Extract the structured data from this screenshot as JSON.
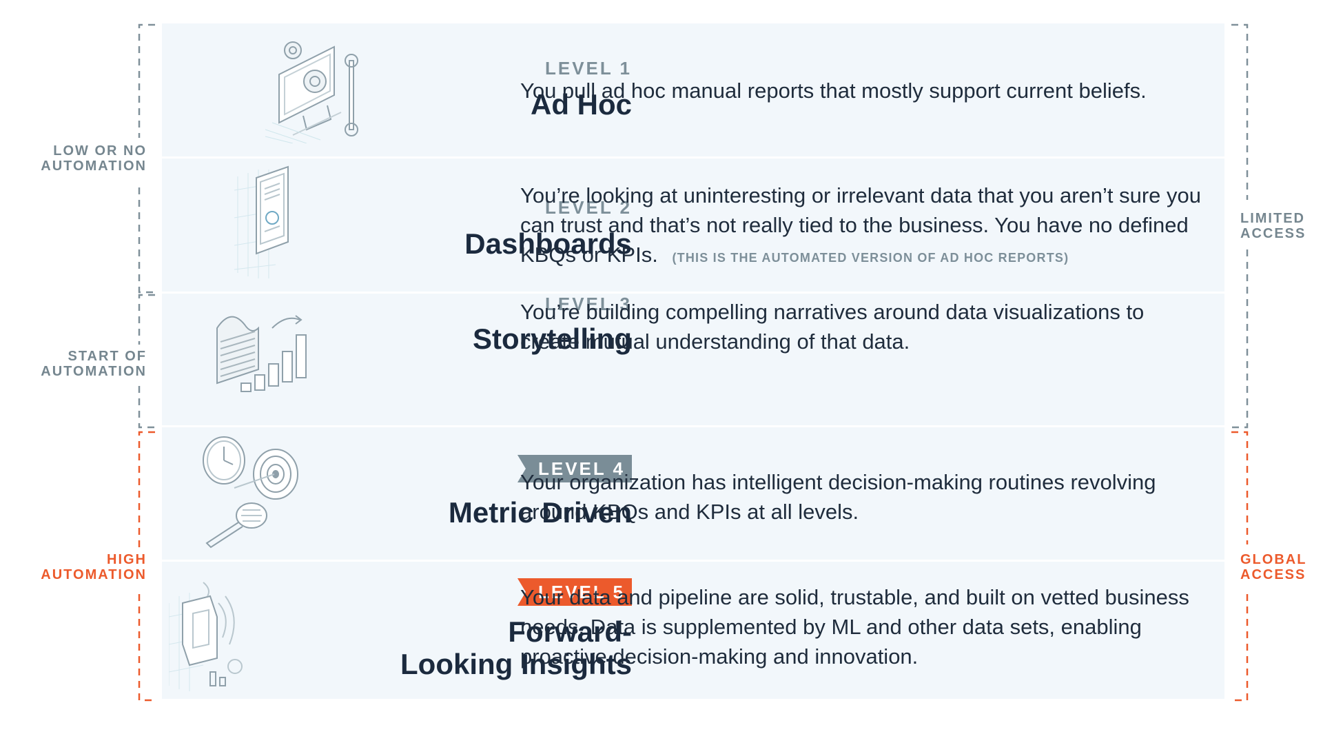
{
  "levels": [
    {
      "level_label": "LEVEL 1",
      "title": "Ad Hoc",
      "description": "You pull ad hoc manual reports that mostly support current beliefs.",
      "icon": "monitor-gears-wrench-icon"
    },
    {
      "level_label": "LEVEL 2",
      "title": "Dashboards",
      "description": "You’re looking at uninteresting or irrelevant data that you aren’t sure you can trust and that’s not really tied to the business. You have no defined KBQs or KPIs.",
      "note": "(THIS IS THE AUTOMATED VERSION OF AD HOC REPORTS)",
      "icon": "tablet-dashboard-icon"
    },
    {
      "level_label": "LEVEL 3",
      "title": "Storytelling",
      "description": "You’re building compelling narratives around data visualizations to create mutual understanding of that data.",
      "icon": "bar-chart-growth-icon"
    },
    {
      "level_label": "LEVEL 4",
      "title": "Metric Driven",
      "description": "Your organization has intelligent decision-making routines revolving around KBQs and KPIs at all levels.",
      "icon": "clock-target-magnifier-icon",
      "tag_color": "#7a8d97"
    },
    {
      "level_label": "LEVEL 5",
      "title_line1": "Forward-",
      "title_line2": "Looking Insights",
      "description": "Your data and pipeline are solid, trustable,  and built on vetted business needs. Data is supplemented by ML and other data sets, enabling proactive decision-making and innovation.",
      "icon": "robot-signal-icon",
      "tag_color": "#ec5a2c"
    }
  ],
  "left_labels": {
    "low": {
      "line1": "LOW OR NO",
      "line2": "AUTOMATION"
    },
    "start": {
      "line1": "START OF",
      "line2": "AUTOMATION"
    },
    "high": {
      "line1": "HIGH",
      "line2": "AUTOMATION"
    }
  },
  "right_labels": {
    "limited": {
      "line1": "LIMITED",
      "line2": "ACCESS"
    },
    "global": {
      "line1": "GLOBAL",
      "line2": "ACCESS"
    }
  },
  "colors": {
    "gray_accent": "#7a8d97",
    "orange_accent": "#ec5a2c",
    "row_background": "#f2f7fb",
    "title_text": "#1b2a3e"
  }
}
